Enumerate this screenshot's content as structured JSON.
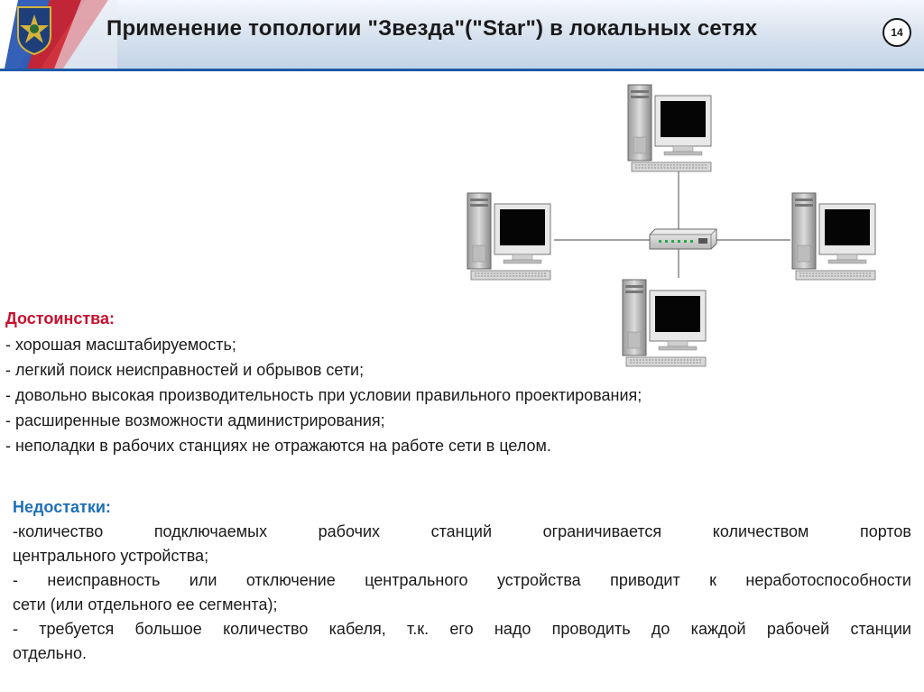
{
  "slide": {
    "title": "Применение топологии \"Звезда\"(\"Star\") в локальных сетях",
    "page_number": "14"
  },
  "icons": {
    "emblem": "military-emblem-icon",
    "flag": "russian-flag-icon",
    "workstation": "desktop-computer-icon",
    "hub": "network-hub-icon"
  },
  "colors": {
    "advantages_title": "#c8102e",
    "disadvantages_title": "#1f6fb5",
    "accent_line": "#1e5aa8"
  },
  "advantages": {
    "title": "Достоинства:",
    "items": [
      "- хорошая масштабируемость;",
      "- легкий поиск неисправностей и обрывов сети;",
      "- довольно высокая производительность при условии правильного проектирования;",
      "- расширенные возможности администрирования;",
      "- неполадки в рабочих станциях не отражаются на работе сети в целом."
    ]
  },
  "disadvantages": {
    "title": "Недостатки:",
    "line1_words": [
      "-количество",
      "подключаемых",
      "рабочих",
      "станций",
      "ограничивается",
      "количеством",
      "портов"
    ],
    "line2": "центрального устройства;",
    "line3_words": [
      "-",
      "неисправность",
      "или",
      "отключение",
      "центрального",
      "устройства",
      "приводит",
      "к",
      "неработоспособности"
    ],
    "line4": "сети (или отдельного ее сегмента);",
    "line5_words": [
      "-",
      "требуется",
      "большое",
      "количество",
      "кабеля,",
      "т.к.",
      "его",
      "надо",
      "проводить",
      "до",
      "каждой",
      "рабочей",
      "станции"
    ],
    "line6": "отдельно."
  }
}
